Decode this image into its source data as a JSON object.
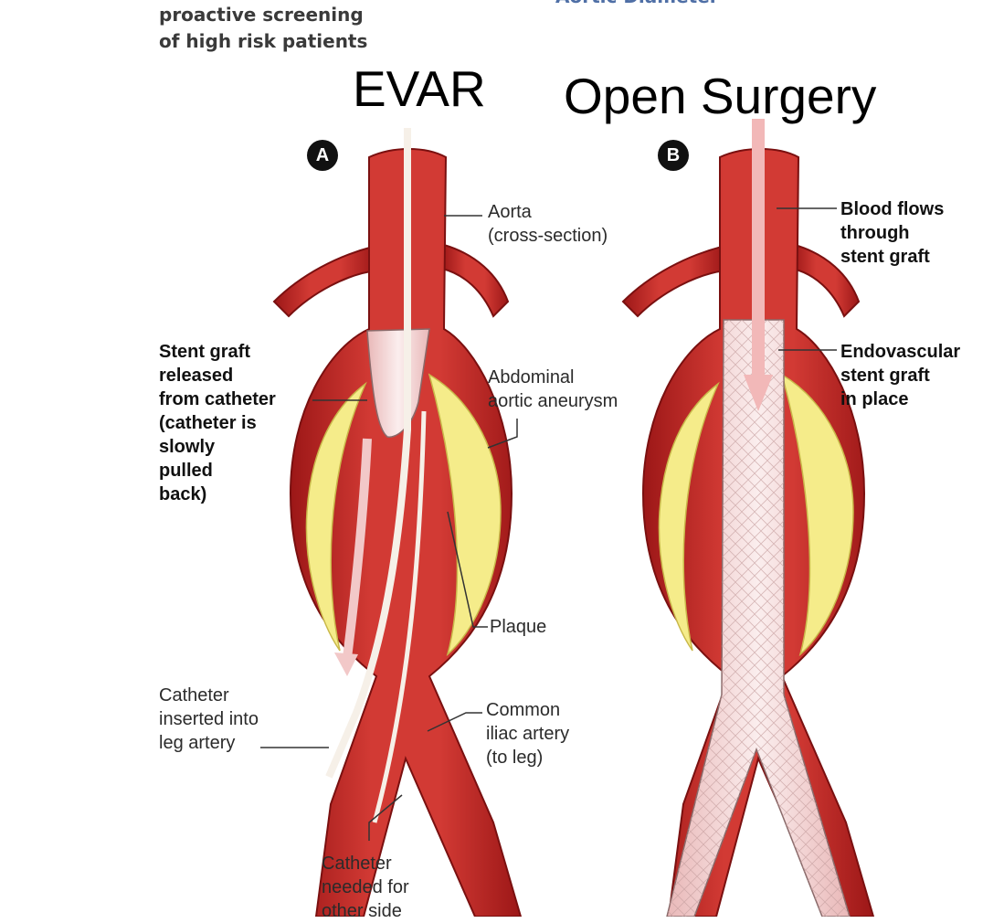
{
  "header": {
    "line1": "proactive screening",
    "line2": "of high risk patients",
    "cut_title": "Aortic Diameter"
  },
  "titles": {
    "left": "EVAR",
    "right": "Open Surgery"
  },
  "panel_a": {
    "badge": "A",
    "labels": {
      "aorta": [
        "Aorta",
        "(cross-section)"
      ],
      "aneurysm": [
        "Abdominal",
        "aortic aneurysm"
      ],
      "plaque": "Plaque",
      "iliac": [
        "Common",
        "iliac artery",
        "(to leg)"
      ],
      "catheter_inserted": [
        "Catheter",
        "inserted into",
        "leg artery"
      ],
      "catheter_needed": [
        "Catheter",
        "needed for",
        "other side"
      ],
      "stent_released": [
        "Stent graft",
        "released",
        "from catheter",
        "(catheter is",
        "slowly",
        "pulled",
        "back)"
      ]
    }
  },
  "panel_b": {
    "badge": "B",
    "labels": {
      "blood_flows": [
        "Blood flows",
        "through",
        "stent graft"
      ],
      "endovascular": [
        "Endovascular",
        "stent graft",
        "in place"
      ]
    }
  },
  "colors": {
    "artery": "#c42b2b",
    "artery_dark": "#8e1414",
    "plaque": "#f5ec8a",
    "stent": "#f3dada",
    "header_text": "#3a3a3a"
  }
}
